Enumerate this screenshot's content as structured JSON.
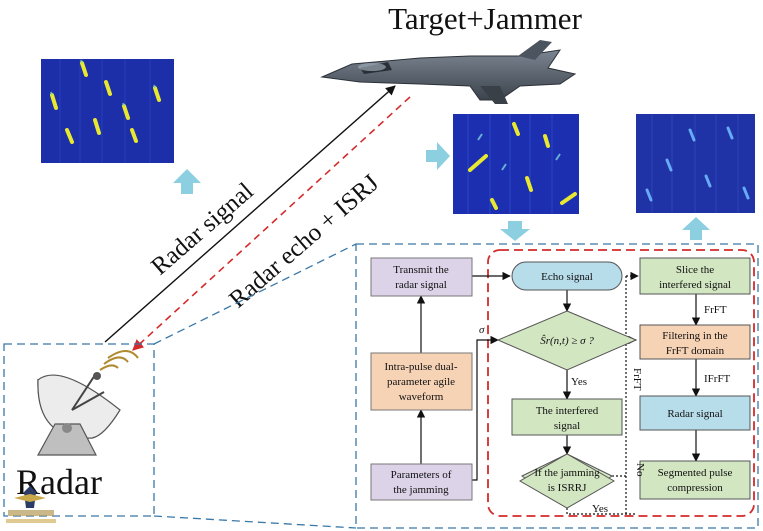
{
  "title": "Target+Jammer",
  "labels": {
    "radar_signal": "Radar signal",
    "radar_echo": "Radar echo + ISRJ",
    "radar": "Radar"
  },
  "flowchart": {
    "transmit": [
      "Transmit the",
      "radar signal"
    ],
    "waveform": [
      "Intra-pulse dual-",
      "parameter agile",
      "waveform"
    ],
    "parameters": [
      "Parameters of",
      "the jamming"
    ],
    "echo": "Echo signal",
    "condition": "Ŝr(n,t) ≥ σ  ?",
    "sigma": "σ",
    "interfered": [
      "The interfered",
      "signal"
    ],
    "isrsj": [
      "If the jamming",
      "is ISRRJ"
    ],
    "slice": [
      "Slice the",
      "interfered signal"
    ],
    "filtering": [
      "Filtering in the",
      "FrFT domain"
    ],
    "radar_signal": "Radar signal",
    "segmented": [
      "Segmented pulse",
      "compression"
    ],
    "edge_yes1": "Yes",
    "edge_yes2": "Yes",
    "edge_no": "No",
    "edge_frft_vertical": "FrFT",
    "edge_frft": "FrFT",
    "edge_ifrft": "IFrFT"
  },
  "colors": {
    "purple_box": "#dcd3e8",
    "orange_box": "#f7d3b6",
    "blue_box": "#b7dcea",
    "green_box": "#d3e6c2",
    "red_dash": "#d42b2b",
    "blue_dash": "#3a78a8",
    "arrow_blue": "#8ccfe0",
    "spectrogram_bg": "#1d2fa8"
  },
  "icons": [
    "jet-icon",
    "radar-dish-icon",
    "watermark-logo"
  ]
}
